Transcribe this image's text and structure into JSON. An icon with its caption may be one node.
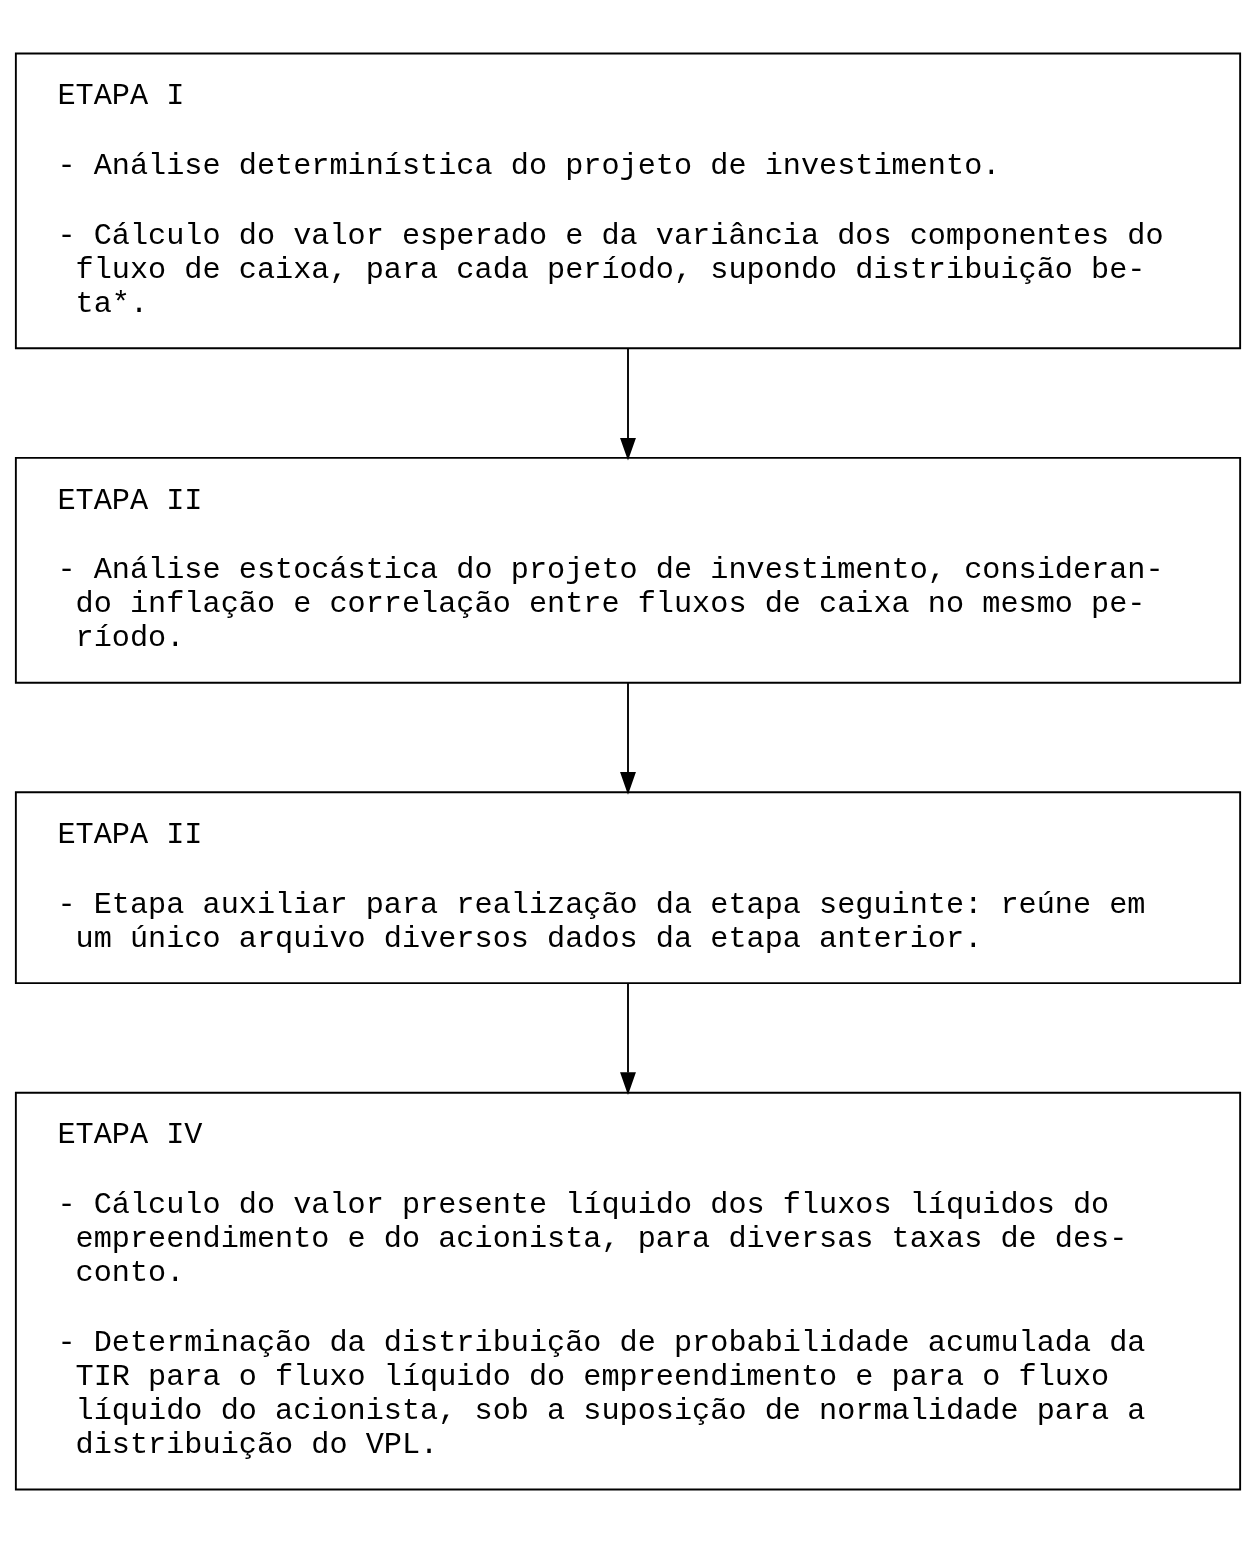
{
  "diagram": {
    "nodes": [
      {
        "text": [
          "ETAPA I",
          "- Análise determinística do projeto de investimento.",
          "- Cálculo do valor esperado e da variância dos componentes do fluxo de caixa, para cada período, supondo distribuição be- ta*."
        ]
      },
      {
        "text": [
          "ETAPA II",
          "- Análise estocástica do projeto de investimento, consideran- do inflação e correlação entre fluxos de caixa no mesmo pe- ríodo."
        ]
      },
      {
        "text": [
          "ETAPA II",
          "- Etapa auxiliar para realização da etapa seguinte: reúne em um único arquivo diversos dados da etapa anterior."
        ]
      },
      {
        "text": [
          "ETAPA IV",
          "- Cálculo do valor presente líquido dos fluxos líquidos do empreendimento e do acionista, para diversas taxas de des- conto.",
          "- Determinação da distribuição de probabilidade acumulada da TIR para o fluxo líquido do empreendimento e para o fluxo líquido do acionista, sob a suposição de normalidade para a distribuição do VPL."
        ]
      }
    ],
    "edges": [
      {
        "from": 0,
        "to": 1,
        "arrow": "to"
      },
      {
        "from": 1,
        "to": 2,
        "arrow": "to"
      },
      {
        "from": 2,
        "to": 3,
        "arrow": "to"
      }
    ]
  }
}
